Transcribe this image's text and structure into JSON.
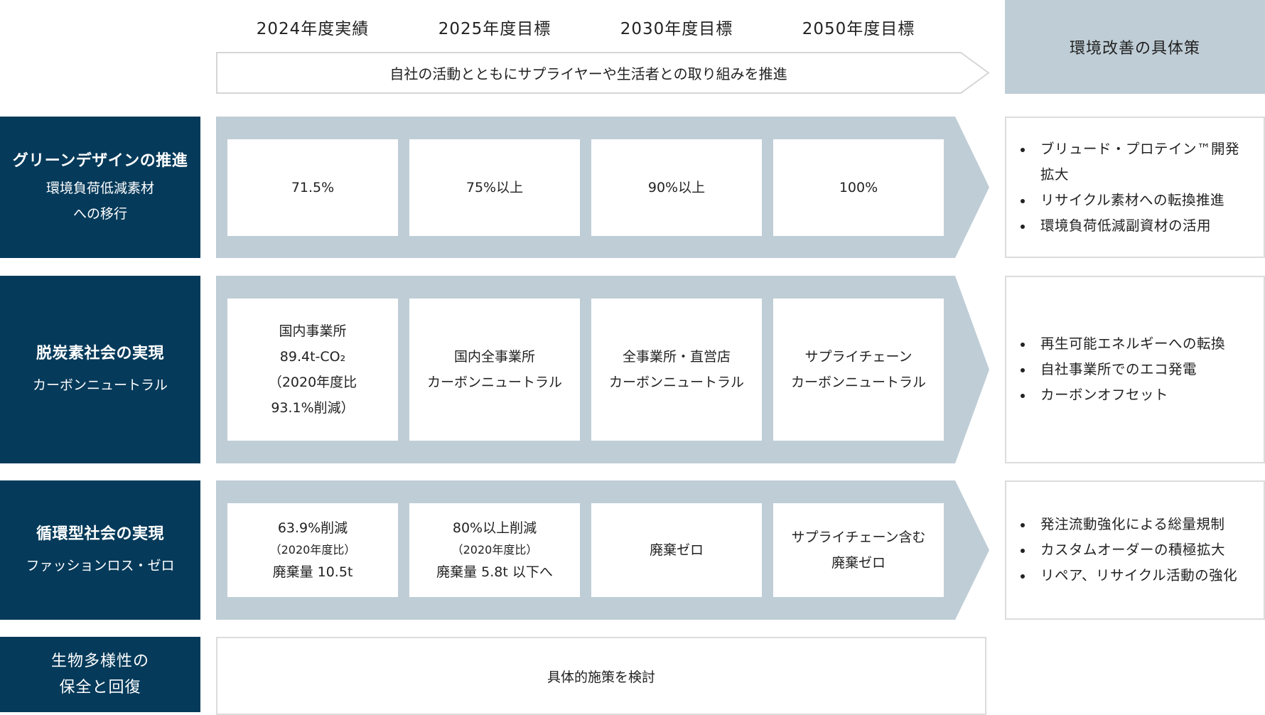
{
  "header": {
    "columns": [
      "2024年度実績",
      "2025年度目標",
      "2030年度目標",
      "2050年度目標"
    ],
    "arrow_text": "自社の活動とともにサプライヤーや生活者との取り組みを推進",
    "measures_title": "環境改善の具体策"
  },
  "colors": {
    "label_bg": "#053a5a",
    "band_bg": "#bfcdd6",
    "cell_bg": "#ffffff",
    "border": "#dcdcdc",
    "text": "#222222"
  },
  "rows": [
    {
      "title": "グリーンデザインの推進",
      "subtitle_lines": [
        "環境負荷低減素材",
        "への移行"
      ],
      "cells": [
        {
          "lines": [
            "71.5%"
          ]
        },
        {
          "lines": [
            "75%以上"
          ]
        },
        {
          "lines": [
            "90%以上"
          ]
        },
        {
          "lines": [
            "100%"
          ]
        }
      ],
      "measures": [
        "ブリュード・プロテイン™開発拡大",
        "リサイクル素材への転換推進",
        "環境負荷低減副資材の活用"
      ]
    },
    {
      "title": "脱炭素社会の実現",
      "subtitle_lines": [
        "カーボンニュートラル"
      ],
      "cells": [
        {
          "lines": [
            "国内事業所",
            "89.4t-CO₂",
            "（2020年度比",
            "93.1%削減）"
          ]
        },
        {
          "lines": [
            "国内全事業所",
            "カーボンニュートラル"
          ]
        },
        {
          "lines": [
            "全事業所・直営店",
            "カーボンニュートラル"
          ]
        },
        {
          "lines": [
            "サプライチェーン",
            "カーボンニュートラル"
          ]
        }
      ],
      "measures": [
        "再生可能エネルギーへの転換",
        "自社事業所でのエコ発電",
        "カーボンオフセット"
      ]
    },
    {
      "title": "循環型社会の実現",
      "subtitle_lines": [
        "ファッションロス・ゼロ"
      ],
      "cells": [
        {
          "line1": "63.9%削減",
          "note": "（2020年度比）",
          "line3": "廃棄量 10.5t"
        },
        {
          "line1": "80%以上削減",
          "note": "（2020年度比）",
          "line3": "廃棄量 5.8t 以下へ"
        },
        {
          "lines": [
            "廃棄ゼロ"
          ]
        },
        {
          "lines": [
            "サプライチェーン含む",
            "廃棄ゼロ"
          ]
        }
      ],
      "measures": [
        "発注流動強化による総量規制",
        "カスタムオーダーの積極拡大",
        "リペア、リサイクル活動の強化"
      ]
    },
    {
      "title_lines": [
        "生物多様性の",
        "保全と回復"
      ],
      "body": "具体的施策を検討"
    }
  ]
}
